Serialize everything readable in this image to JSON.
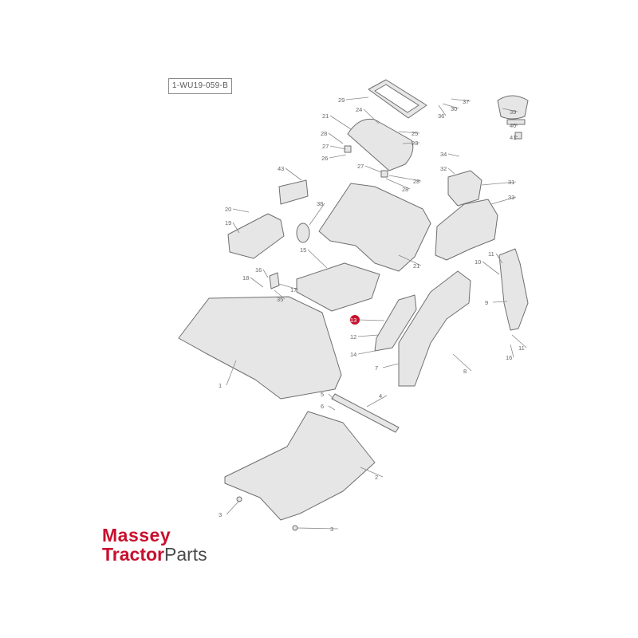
{
  "diagram_ref": "1-WU19-059-B",
  "logo": {
    "line1": "Massey",
    "line2_a": "Tractor",
    "line2_b": "Parts"
  },
  "colors": {
    "brand_red": "#c8102e",
    "line": "#6f6f6f",
    "part_fill": "#e4e4e4",
    "highlight": "#c8102e"
  },
  "highlighted_callout": "13",
  "callouts": [
    {
      "id": "c29",
      "label": "29"
    },
    {
      "id": "c24",
      "label": "24"
    },
    {
      "id": "c25",
      "label": "25"
    },
    {
      "id": "c21a",
      "label": "21"
    },
    {
      "id": "c28a",
      "label": "28"
    },
    {
      "id": "c27a",
      "label": "27"
    },
    {
      "id": "c26",
      "label": "26"
    },
    {
      "id": "c23",
      "label": "23"
    },
    {
      "id": "c27b",
      "label": "27"
    },
    {
      "id": "c28b",
      "label": "28"
    },
    {
      "id": "c28c",
      "label": "28"
    },
    {
      "id": "c30",
      "label": "30"
    },
    {
      "id": "c37",
      "label": "37"
    },
    {
      "id": "c36",
      "label": "36"
    },
    {
      "id": "c39",
      "label": "39"
    },
    {
      "id": "c40",
      "label": "40"
    },
    {
      "id": "c41",
      "label": "41"
    },
    {
      "id": "c34",
      "label": "34"
    },
    {
      "id": "c32",
      "label": "32"
    },
    {
      "id": "c31",
      "label": "31"
    },
    {
      "id": "c33",
      "label": "33"
    },
    {
      "id": "c43",
      "label": "43"
    },
    {
      "id": "c20",
      "label": "20"
    },
    {
      "id": "c19",
      "label": "19"
    },
    {
      "id": "c38",
      "label": "38"
    },
    {
      "id": "c15",
      "label": "15"
    },
    {
      "id": "c21b",
      "label": "21"
    },
    {
      "id": "c16a",
      "label": "16"
    },
    {
      "id": "c18",
      "label": "18"
    },
    {
      "id": "c17",
      "label": "17"
    },
    {
      "id": "c35",
      "label": "35"
    },
    {
      "id": "c11a",
      "label": "11"
    },
    {
      "id": "c10",
      "label": "10"
    },
    {
      "id": "c9",
      "label": "9"
    },
    {
      "id": "c11b",
      "label": "11"
    },
    {
      "id": "c16b",
      "label": "16"
    },
    {
      "id": "c13",
      "label": "13"
    },
    {
      "id": "c12",
      "label": "12"
    },
    {
      "id": "c14",
      "label": "14"
    },
    {
      "id": "c7",
      "label": "7"
    },
    {
      "id": "c8",
      "label": "8"
    },
    {
      "id": "c1",
      "label": "1"
    },
    {
      "id": "c5",
      "label": "5"
    },
    {
      "id": "c4",
      "label": "4"
    },
    {
      "id": "c6",
      "label": "6"
    },
    {
      "id": "c2",
      "label": "2"
    },
    {
      "id": "c3a",
      "label": "3"
    },
    {
      "id": "c3b",
      "label": "3"
    }
  ]
}
